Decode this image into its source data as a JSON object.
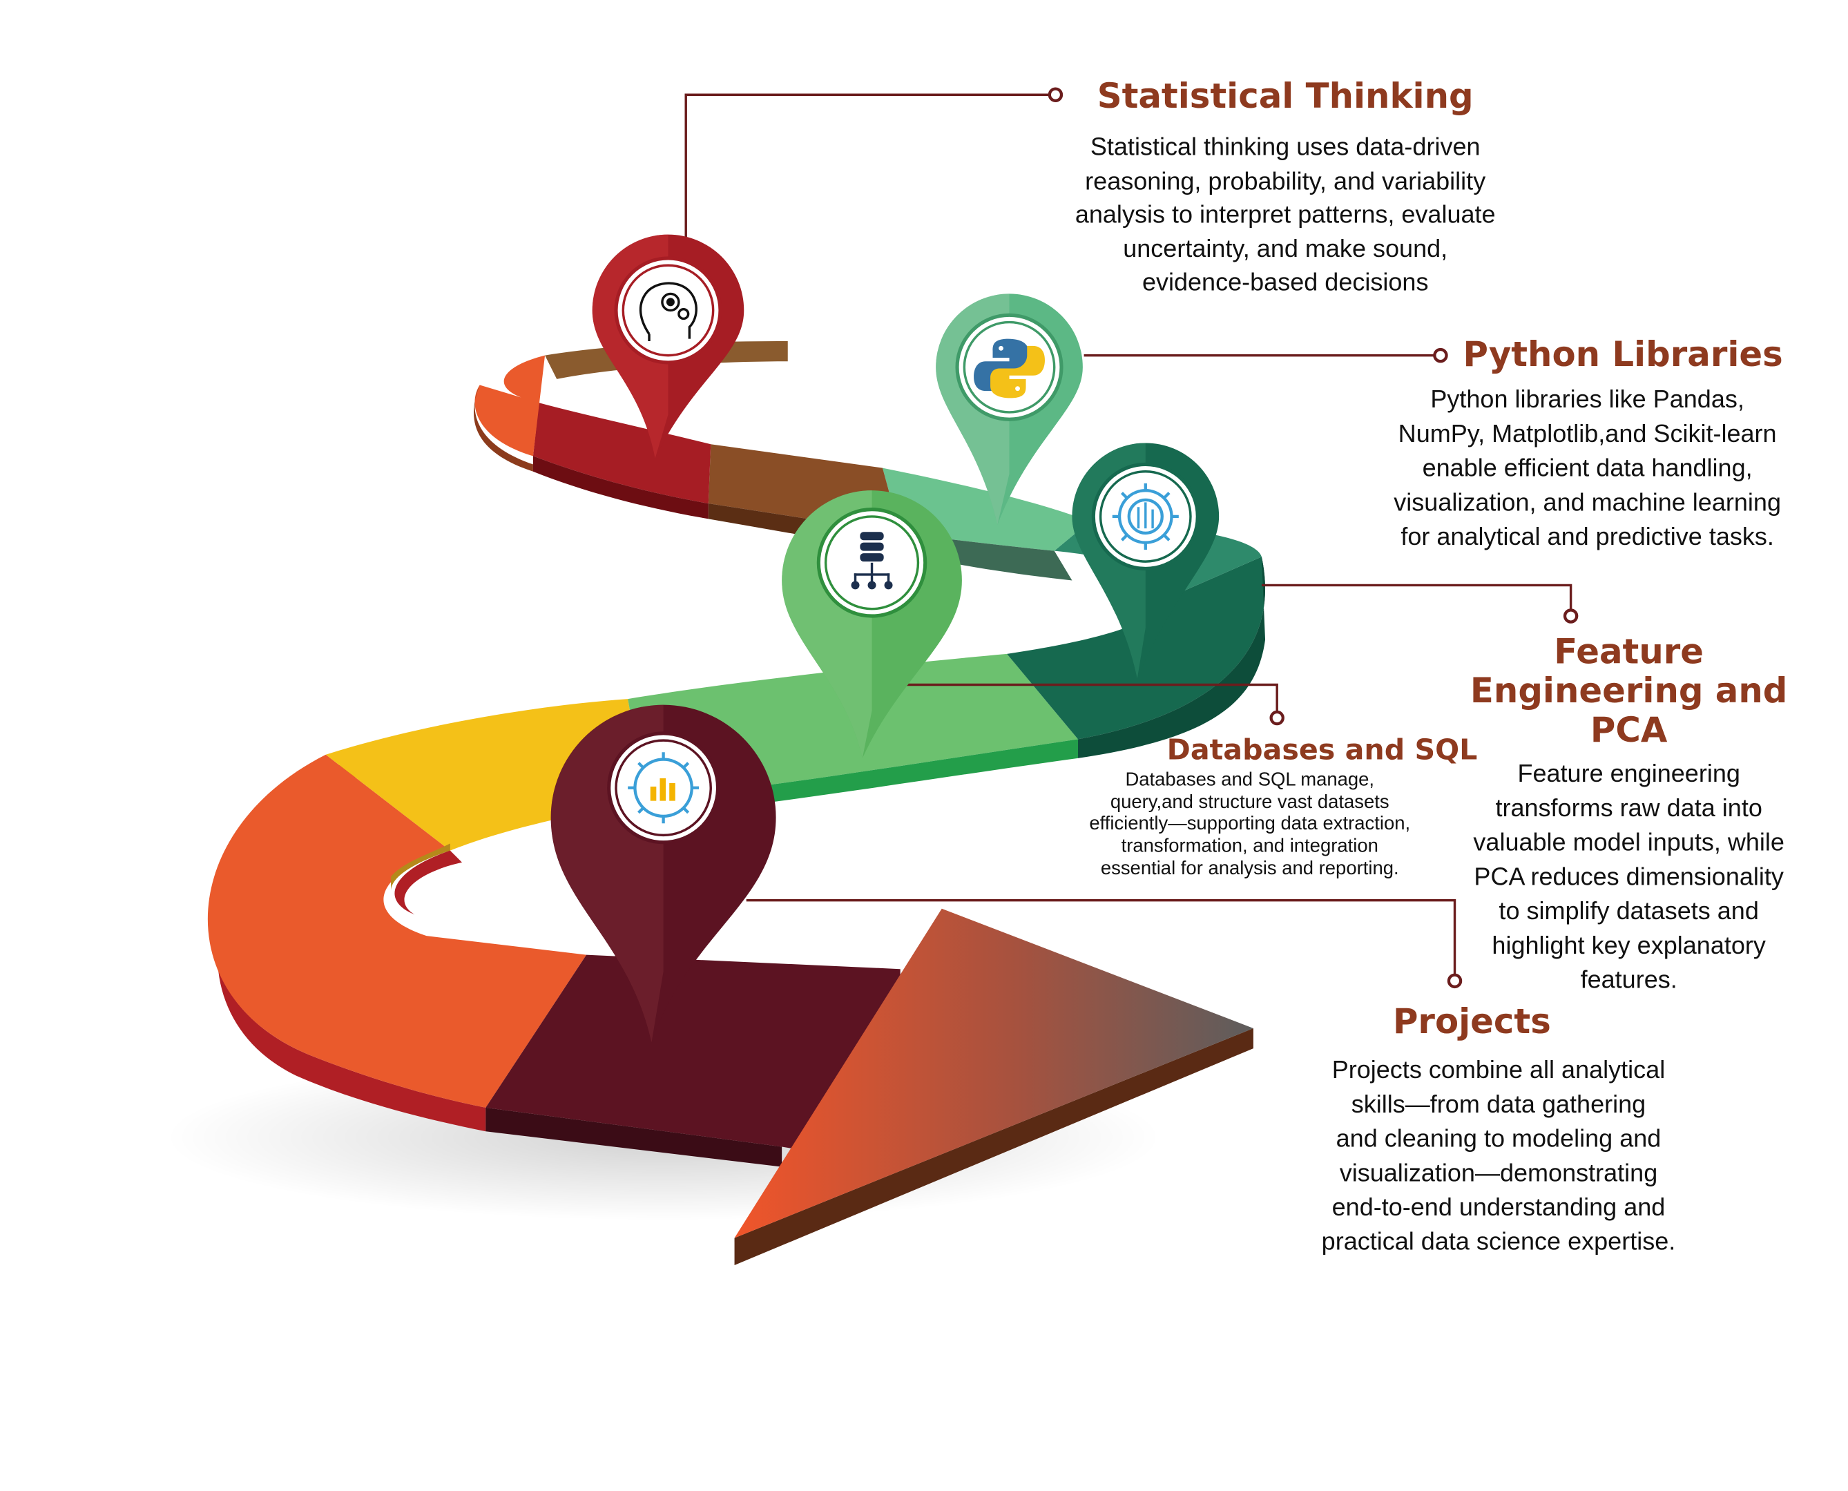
{
  "colors": {
    "title": "#8e3a1f",
    "body_text": "#111111",
    "connector": "#6b1d1d",
    "pin_statistical": "#a61d24",
    "pin_python": "#5cb885",
    "pin_feature": "#16694f",
    "pin_databases": "#5ab35e",
    "pin_projects": "#5c1322",
    "road_orange": "#ea5a2c",
    "road_yellow": "#f4c118",
    "road_brown": "#8a4e26"
  },
  "steps": [
    {
      "id": "statistical",
      "icon": "head-gears-icon",
      "title": "Statistical Thinking",
      "lines": [
        "Statistical thinking uses data-driven",
        "reasoning, probability, and variability",
        "analysis to interpret patterns, evaluate",
        "uncertainty, and make sound,",
        "evidence-based decisions"
      ]
    },
    {
      "id": "python",
      "icon": "python-logo-icon",
      "title": "Python Libraries",
      "lines": [
        "Python libraries like Pandas,",
        "NumPy, Matplotlib,and Scikit-learn",
        "enable efficient data handling,",
        "visualization, and machine learning",
        "for analytical and predictive tasks."
      ]
    },
    {
      "id": "feature",
      "icon": "circuit-gear-icon",
      "title": "Feature Engineering and PCA",
      "lines": [
        "Feature engineering",
        "transforms raw data into",
        "valuable model inputs, while",
        "PCA reduces dimensionality",
        "to simplify datasets and",
        "highlight key explanatory",
        "features."
      ]
    },
    {
      "id": "databases",
      "icon": "database-network-icon",
      "title": "Databases and SQL",
      "lines": [
        "Databases and SQL manage,",
        "query,and structure vast datasets",
        "efficiently—supporting data extraction,",
        "transformation, and integration",
        "essential for analysis and reporting."
      ]
    },
    {
      "id": "projects",
      "icon": "chart-gear-icon",
      "title": "Projects",
      "lines": [
        "Projects combine all analytical",
        "skills—from data gathering",
        "and cleaning to modeling and",
        "visualization—demonstrating",
        "end-to-end understanding and",
        "practical data science expertise."
      ]
    }
  ]
}
